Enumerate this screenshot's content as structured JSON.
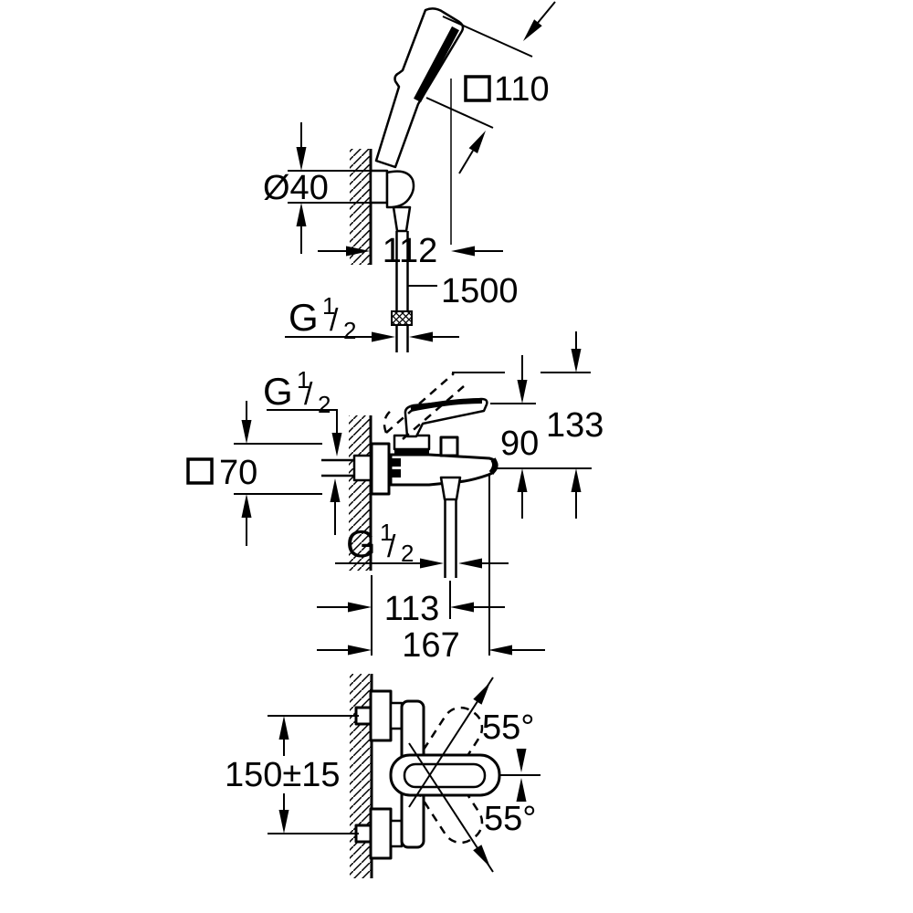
{
  "page": {
    "background_color": "#ffffff",
    "line_color": "#000000",
    "description": "technical installation dimension drawing of a wall-mounted bath mixer with hand shower set, three views"
  },
  "thread_label": {
    "g": "G",
    "numerator": "1",
    "slash": "/",
    "denominator": "2"
  },
  "views": {
    "top_hand_shower": {
      "name": "hand shower on wall holder, side view",
      "head_width": "110",
      "holder_diameter": "Ø40",
      "wall_offset": "112",
      "hose_length": "1500"
    },
    "middle_mixer_side": {
      "name": "bath mixer, side view",
      "escutcheon_size": "70",
      "spout_to_lever_height": "90",
      "spout_to_raised_lever_height": "133",
      "wall_to_outlet": "113",
      "wall_to_spout_tip": "167"
    },
    "bottom_mixer_front": {
      "name": "bath mixer, front view",
      "connection_distance": "150±15",
      "lever_swing_up": "55°",
      "lever_swing_down": "55°"
    }
  }
}
